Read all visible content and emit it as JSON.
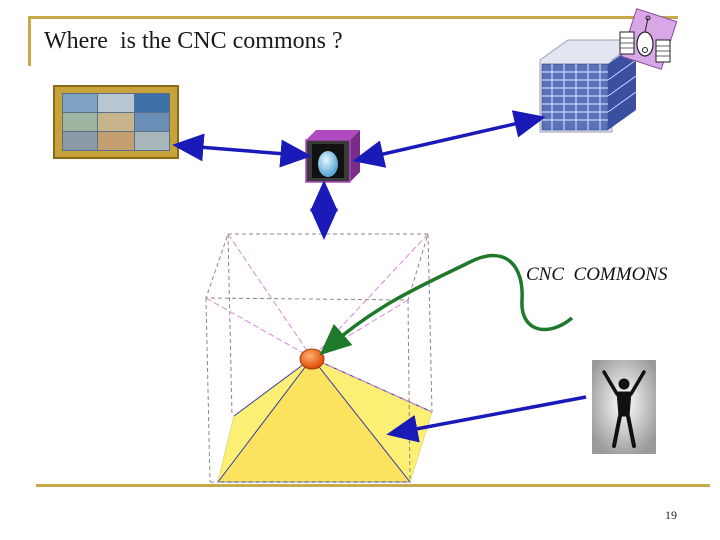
{
  "slide": {
    "title": "Where  is the CNC commons ?",
    "commons_label": "CNC  COMMONS",
    "page_number": "19"
  },
  "icons": {
    "photo_gallery": "photo-collage-icon",
    "display_device": "immersive-display-icon",
    "compute_grid": "server-cluster-icon",
    "satellite": "satellite-icon",
    "person": "person-photo-icon",
    "participant": "participant-node-icon"
  },
  "colors": {
    "accent_gold": "#c8a94a",
    "arrow_blue": "#1a1ab8",
    "arrow_green": "#1e7a2a",
    "floor_yellow": "#fbef74",
    "node_orange": "#f26a1b",
    "frame_pink": "#d58bd6"
  }
}
